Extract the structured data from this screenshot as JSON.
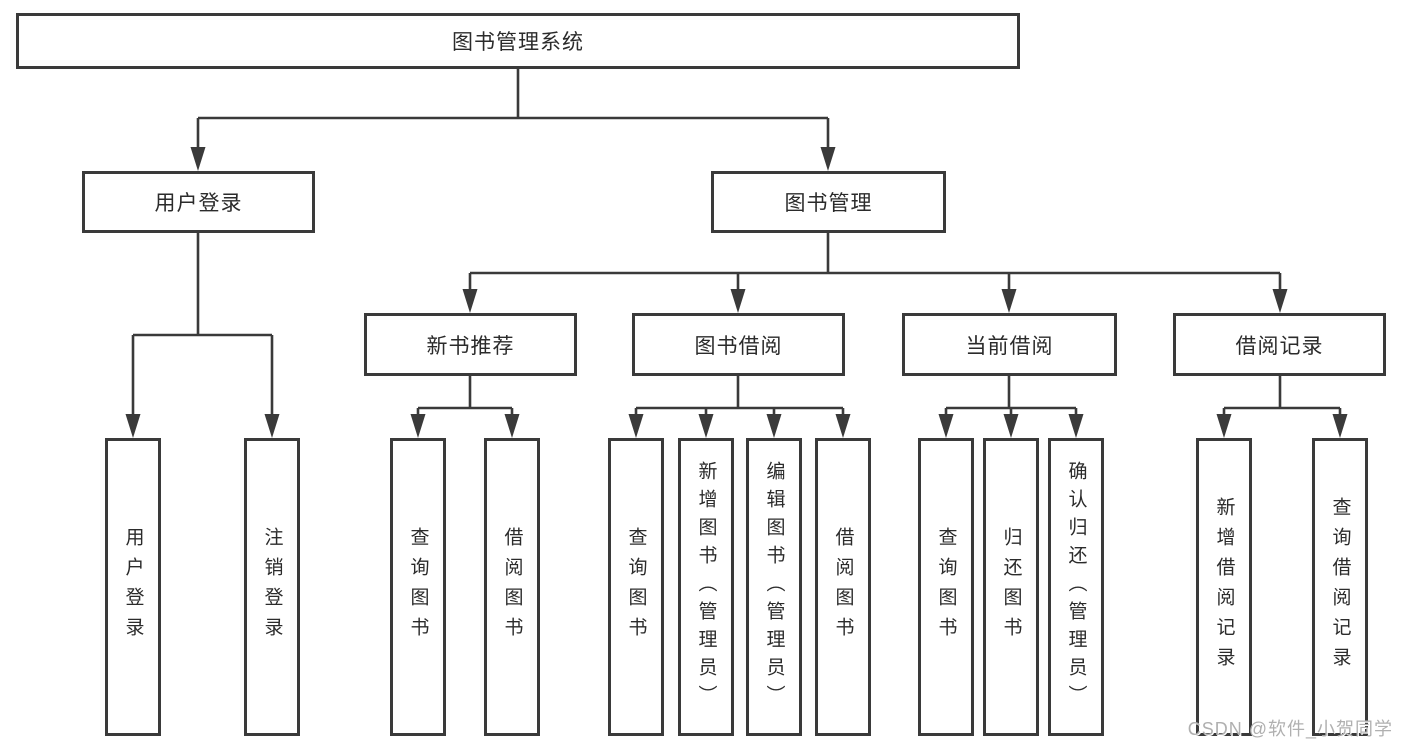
{
  "colors": {
    "line": "#3a3a3a",
    "text": "#2b2b2b",
    "background": "#ffffff",
    "watermark_color": "#b0b0b0"
  },
  "tree": {
    "root": {
      "label": "图书管理系统"
    },
    "branches": [
      {
        "label": "用户登录",
        "children": [
          {
            "label": "用户登录"
          },
          {
            "label": "注销登录"
          }
        ]
      },
      {
        "label": "图书管理",
        "children": [
          {
            "label": "新书推荐",
            "children": [
              {
                "label": "查询图书"
              },
              {
                "label": "借阅图书"
              }
            ]
          },
          {
            "label": "图书借阅",
            "children": [
              {
                "label": "查询图书"
              },
              {
                "label": "新增图书（管理员）"
              },
              {
                "label": "编辑图书（管理员）"
              },
              {
                "label": "借阅图书"
              }
            ]
          },
          {
            "label": "当前借阅",
            "children": [
              {
                "label": "查询图书"
              },
              {
                "label": "归还图书"
              },
              {
                "label": "确认归还（管理员）"
              }
            ]
          },
          {
            "label": "借阅记录",
            "children": [
              {
                "label": "新增借阅记录"
              },
              {
                "label": "查询借阅记录"
              }
            ]
          }
        ]
      }
    ]
  },
  "watermark": {
    "text": "CSDN @软件_小贺同学"
  }
}
